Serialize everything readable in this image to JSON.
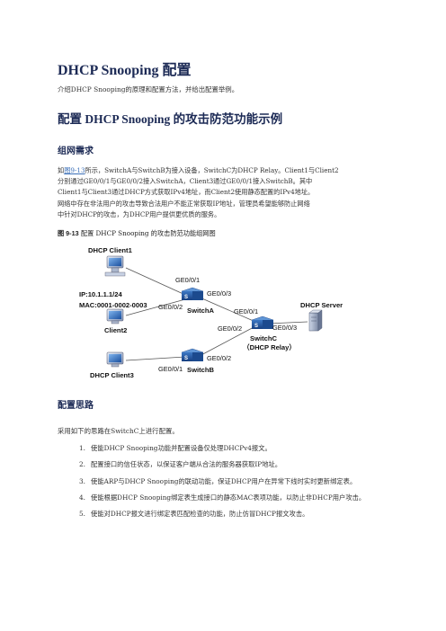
{
  "doc": {
    "title": "DHCP Snooping 配置",
    "intro": "介绍DHCP Snooping的原理和配置方法，并给出配置举例。"
  },
  "section": {
    "title": "配置 DHCP Snooping 的攻击防范功能示例"
  },
  "networking": {
    "heading": "组网需求",
    "para": {
      "l1_prefix": "如",
      "l1_link": "图9-13",
      "l1_rest": "所示，SwitchA与SwitchB为接入设备，SwitchC为DHCP Relay。Client1与Client2",
      "l2": "分别通过GE0/0/1与GE0/0/2接入SwitchA，Client3通过GE0/0/1接入SwitchB。其中",
      "l3": "Client1与Client3通过DHCP方式获取IPv4地址，而Client2使用静态配置的IPv4地址。",
      "l4": "网络中存在非法用户的攻击导致合法用户不能正常获取IP地址，管理员希望能够防止网络",
      "l5": "中针对DHCP的攻击，为DHCP用户提供更优质的服务。"
    }
  },
  "figure": {
    "caption_num": "图 9-13",
    "caption_text": "配置 DHCP Snooping 的攻击防范功能组网图",
    "labels": {
      "client1": "DHCP Client1",
      "client2": "Client2",
      "client3": "DHCP Client3",
      "ip": "IP:10.1.1.1/24",
      "mac": "MAC:0001-0002-0003",
      "switch_a": "SwitchA",
      "switch_b": "SwitchB",
      "switch_c": "SwitchC",
      "relay": "（DHCP Relay）",
      "server": "DHCP Server",
      "a_ge1": "GE0/0/1",
      "a_ge2": "GE0/0/2",
      "a_ge3": "GE0/0/3",
      "c_ge1": "GE0/0/1",
      "c_ge2": "GE0/0/2",
      "c_ge3": "GE0/0/3",
      "b_ge1": "GE0/0/1",
      "b_ge2": "GE0/0/2"
    }
  },
  "plan": {
    "heading": "配置思路",
    "intro": "采用如下的思路在SwitchC上进行配置。",
    "steps": [
      {
        "num": "1.",
        "text": "使能DHCP Snooping功能并配置设备仅处理DHCPv4报文。"
      },
      {
        "num": "2.",
        "text": "配置接口的信任状态，以保证客户端从合法的服务器获取IP地址。"
      },
      {
        "num": "3.",
        "text": "使能ARP与DHCP Snooping的联动功能，保证DHCP用户在异常下线时实时更新绑定表。"
      },
      {
        "num": "4.",
        "text": "使能根据DHCP Snooping绑定表生成接口的静态MAC表项功能，以防止非DHCP用户攻击。"
      },
      {
        "num": "5.",
        "text": "使能对DHCP报文进行绑定表匹配检查的功能，防止仿冒DHCP报文攻击。"
      }
    ]
  }
}
